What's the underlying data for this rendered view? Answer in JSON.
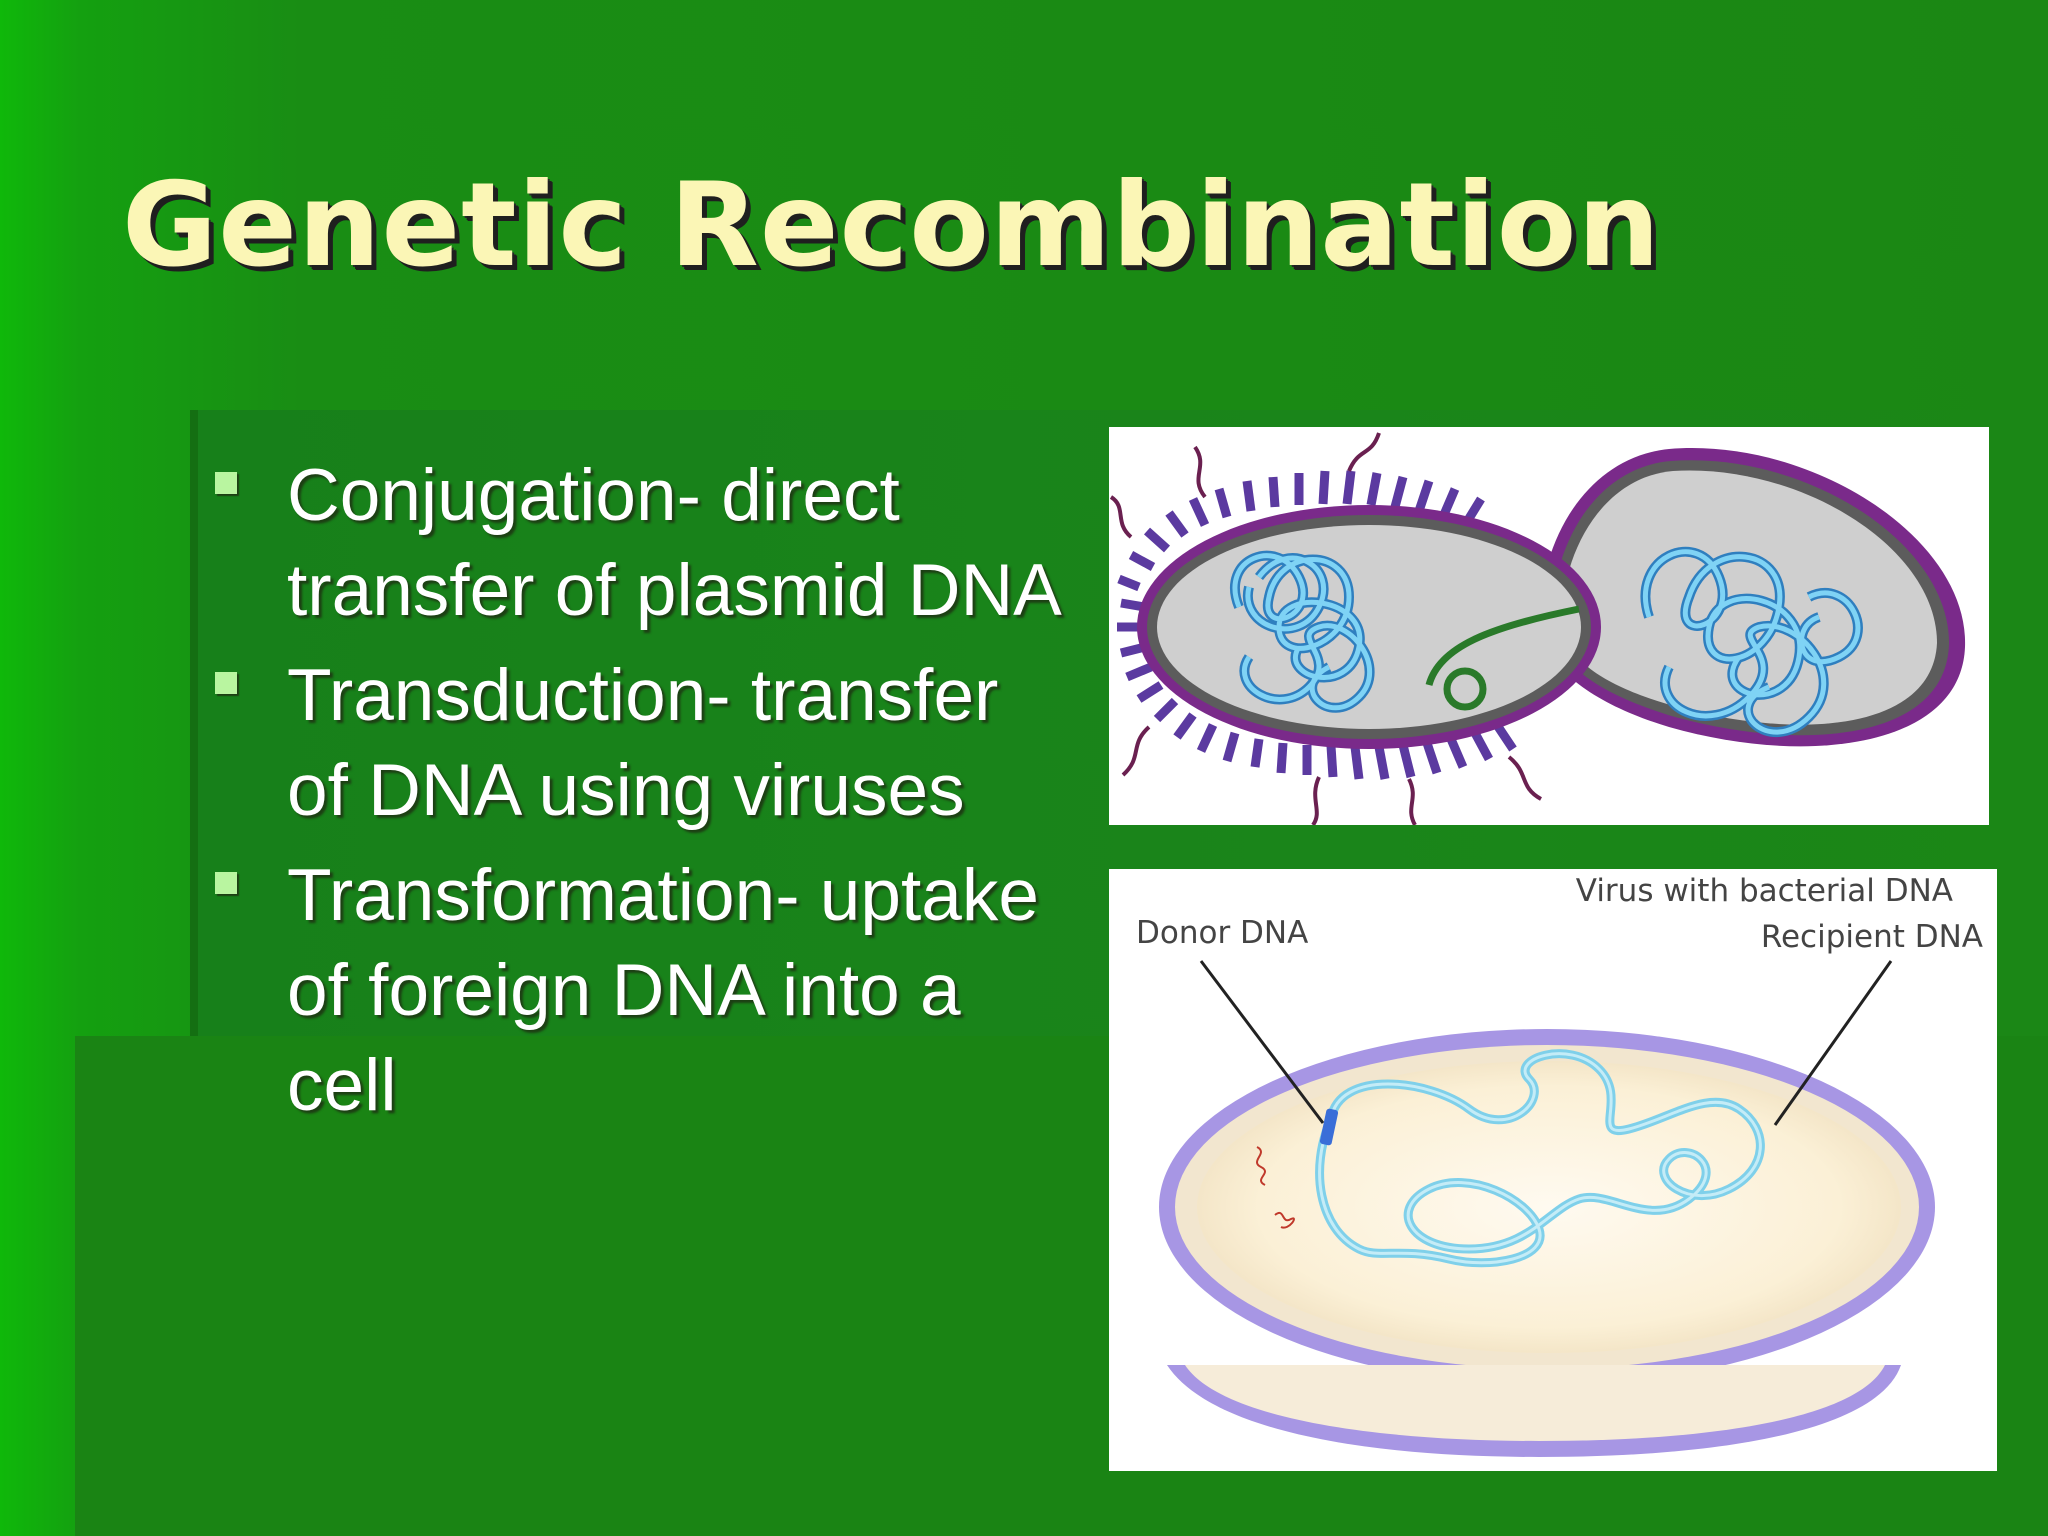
{
  "slide": {
    "title": "Genetic Recombination",
    "bullets": [
      {
        "text": "Conjugation- direct transfer of plasmid DNA"
      },
      {
        "text": "Transduction- transfer of DNA using viruses"
      },
      {
        "text": "Transformation- uptake of foreign DNA into a cell"
      }
    ]
  },
  "diagram_bottom": {
    "label_virus": "Virus with bacterial DNA",
    "label_donor": "Donor DNA",
    "label_recipient": "Recipient DNA"
  },
  "colors": {
    "background": "#1b8714",
    "title_text": "#fbf6b6",
    "bullet_marker": "#b9f5a0",
    "cell_wall": "#7a2a8a",
    "dna": "#5ec3ef",
    "plasmid": "#2a7a2a"
  }
}
